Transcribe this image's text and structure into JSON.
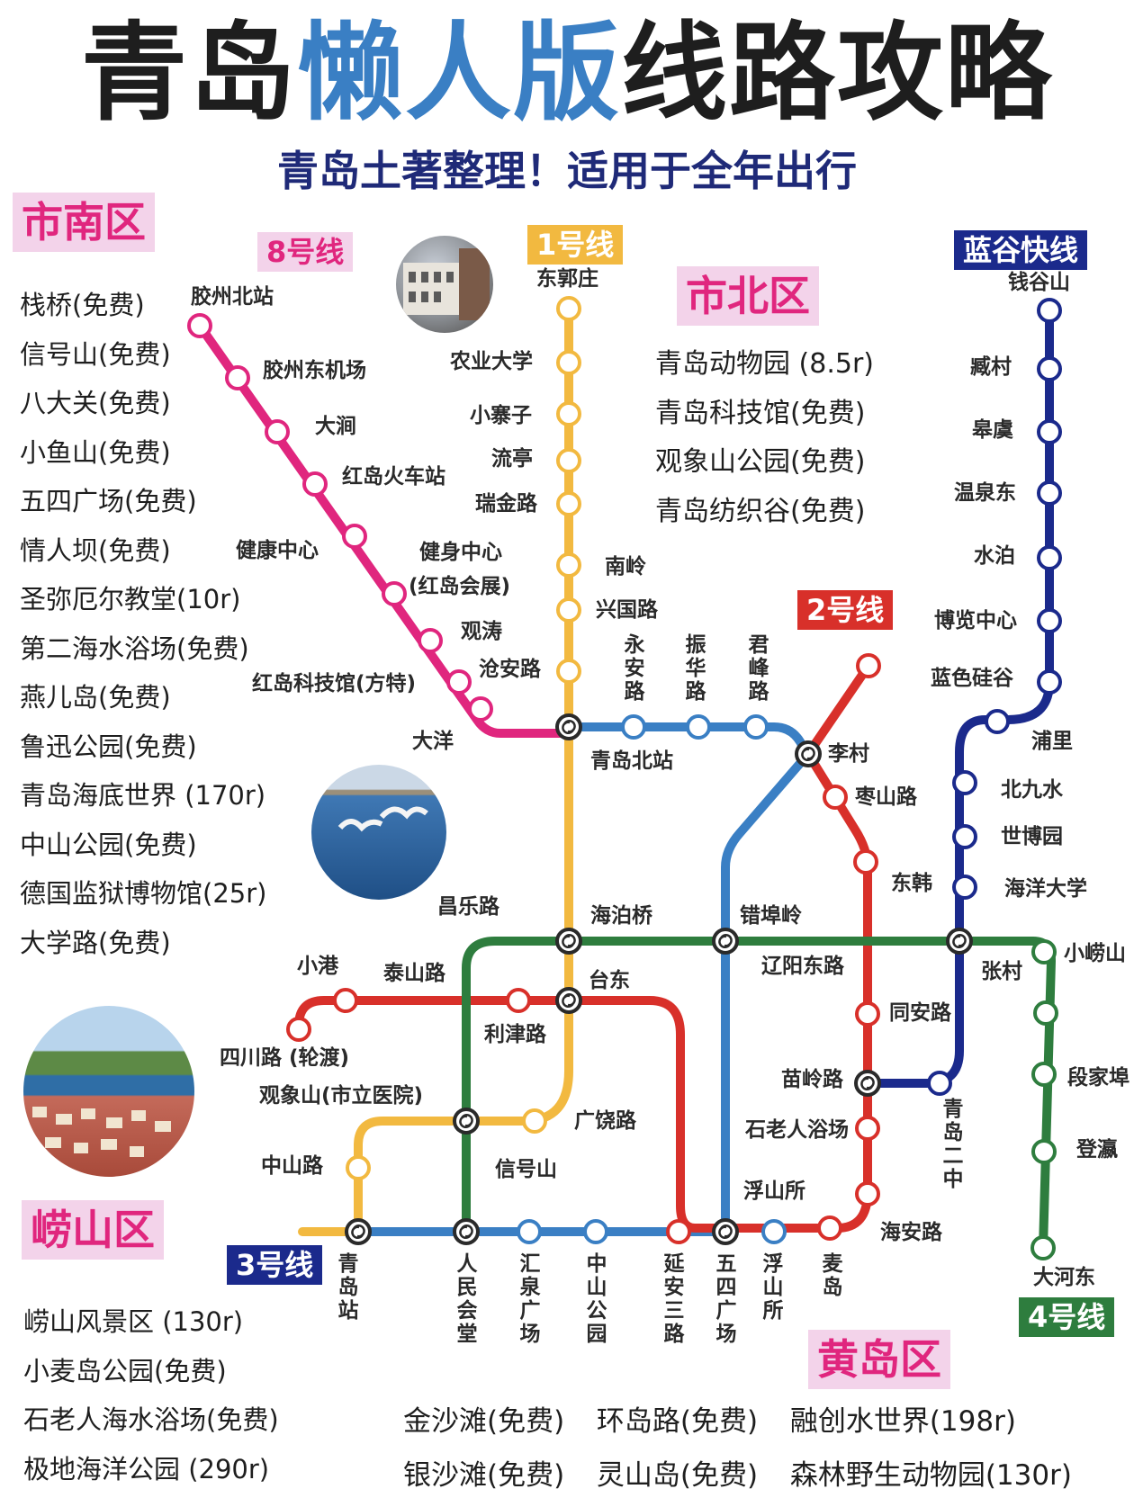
{
  "header": {
    "title_part1": "青岛",
    "title_part2": "懒人版",
    "title_part3": "线路攻略",
    "subtitle": "青岛土著整理！适用于全年出行"
  },
  "districts": {
    "shinan": "市南区",
    "shibei": "市北区",
    "laoshan": "崂山区",
    "huangdao": "黄岛区"
  },
  "lines": {
    "line8": {
      "label": "8号线",
      "color": "#e0267e"
    },
    "line1": {
      "label": "1号线",
      "color": "#f2b940"
    },
    "line2": {
      "label": "2号线",
      "color": "#d8302a"
    },
    "line3": {
      "label": "3号线",
      "color": "#3a7fc4"
    },
    "line4": {
      "label": "4号线",
      "color": "#2e7d3e"
    },
    "langu": {
      "label": "蓝谷快线",
      "color": "#1b2a8c"
    }
  },
  "shinan_attractions": [
    "栈桥(免费)",
    "信号山(免费)",
    "八大关(免费)",
    "小鱼山(免费)",
    "五四广场(免费)",
    "情人坝(免费)",
    "圣弥厄尔教堂(10r)",
    "第二海水浴场(免费)",
    "燕儿岛(免费)",
    "鲁迅公园(免费)",
    "青岛海底世界 (170r)",
    "中山公园(免费)",
    "德国监狱博物馆(25r)",
    "大学路(免费)"
  ],
  "shibei_attractions": [
    "青岛动物园 (8.5r)",
    "青岛科技馆(免费)",
    "观象山公园(免费)",
    "青岛纺织谷(免费)"
  ],
  "laoshan_attractions": [
    "崂山风景区 (130r)",
    "小麦岛公园(免费)",
    "石老人海水浴场(免费)",
    "极地海洋公园 (290r)"
  ],
  "huangdao_attractions": {
    "row1": [
      "金沙滩(免费)",
      "环岛路(免费)",
      "融创水世界(198r)"
    ],
    "row2": [
      "银沙滩(免费)",
      "灵山岛(免费)",
      "森林野生动物园(130r)"
    ]
  },
  "stations": {
    "l8": [
      "胶州北站",
      "胶州东机场",
      "大涧",
      "红岛火车站",
      "健康中心",
      "健身中心",
      "(红岛会展)",
      "观涛",
      "红岛科技馆(方特)",
      "大洋"
    ],
    "l1": [
      "东郭庄",
      "农业大学",
      "小寨子",
      "流亭",
      "瑞金路",
      "南岭",
      "兴国路",
      "沧安路",
      "青岛北站",
      "昌乐路",
      "海泊桥",
      "台东",
      "广饶路",
      "信号山",
      "中山路",
      "青岛站"
    ],
    "l3v": [
      "永安路",
      "振华路",
      "君峰路"
    ],
    "l2": [
      "李村",
      "枣山路",
      "东韩",
      "错埠岭",
      "辽阳东路",
      "同安路",
      "苗岭路",
      "石老人浴场",
      "浮山所",
      "海安路",
      "小港",
      "泰山路",
      "利津路",
      "四川路 (轮渡)",
      "观象山(市立医院)"
    ],
    "langu": [
      "钱谷山",
      "臧村",
      "皋虞",
      "温泉东",
      "水泊",
      "博览中心",
      "蓝色硅谷",
      "浦里",
      "北九水",
      "世博园",
      "海洋大学",
      "青岛二中"
    ],
    "l4": [
      "小崂山",
      "张村",
      "段家埠",
      "登瀛",
      "大河东"
    ],
    "bottom": [
      "青岛站",
      "人民会堂",
      "汇泉广场",
      "中山公园",
      "延安三路",
      "五四广场",
      "浮山所",
      "麦岛"
    ]
  }
}
